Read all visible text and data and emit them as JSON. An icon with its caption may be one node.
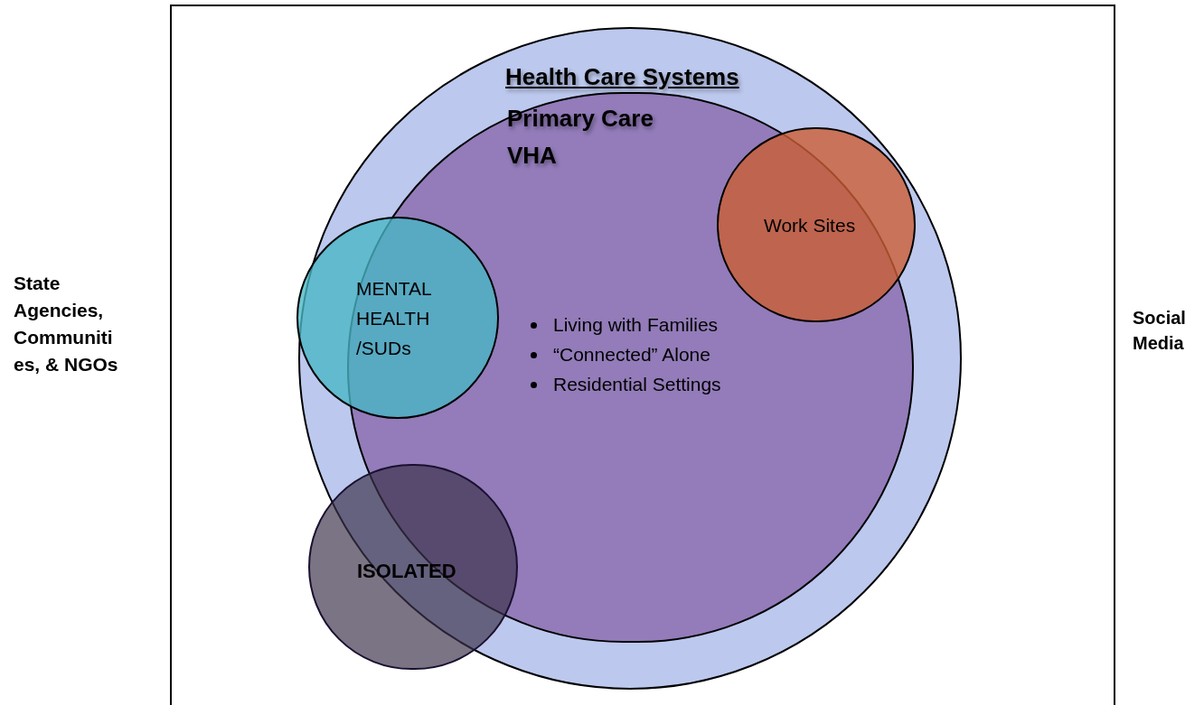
{
  "diagram": {
    "nodes": [
      {
        "text": [],
        "shape": "box"
      },
      {
        "text": [
          "Health Care Systems"
        ],
        "in": 0
      },
      {
        "text": [
          "Primary Care",
          "VHA",
          "Living with Families",
          "“Connected” Alone",
          "Residential Settings"
        ],
        "in": 1
      },
      {
        "text": [
          "MENTALHEALTH/SUDs"
        ],
        "in": 1
      },
      {
        "text": [
          "Work Sites"
        ],
        "in": 2
      },
      {
        "text": [
          "ISOLATED"
        ],
        "in": 1
      }
    ],
    "labels": [
      "State Agencies, Communities, & NGOs",
      "Social Media"
    ]
  }
}
